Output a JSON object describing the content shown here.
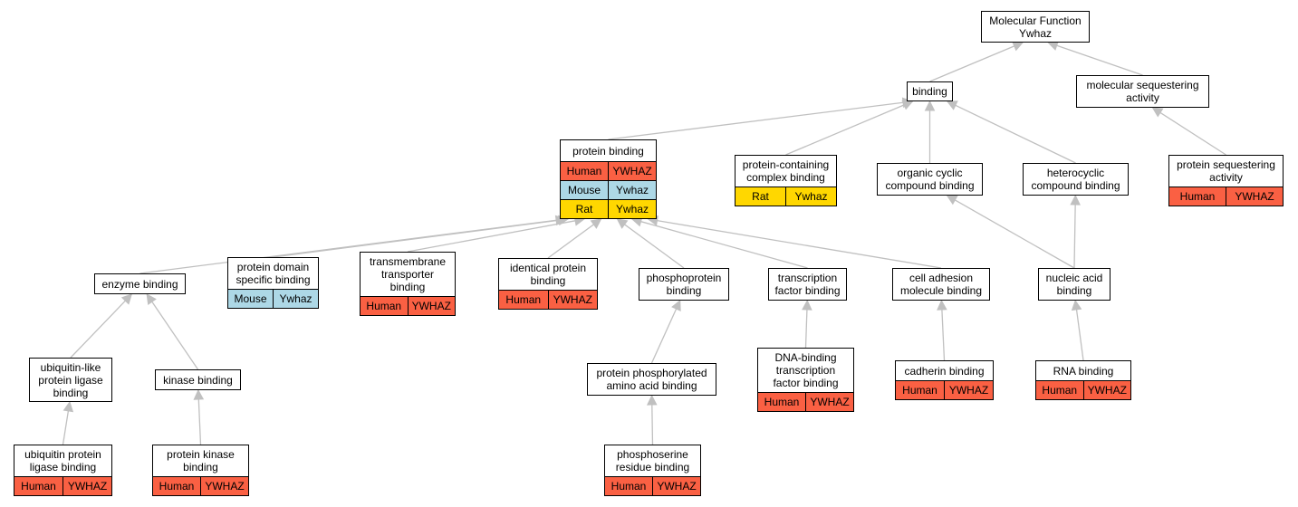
{
  "colors": {
    "human": "#fa6043",
    "mouse": "#add8e6",
    "rat": "#ffd700",
    "edge": "#c0c0c0"
  },
  "nodes": {
    "mf": {
      "title": "Molecular Function\nYwhaz",
      "rows": []
    },
    "binding": {
      "title": "binding",
      "rows": []
    },
    "msa": {
      "title": "molecular sequestering\nactivity",
      "rows": []
    },
    "pb": {
      "title": "protein binding",
      "rows": [
        {
          "species": "Human",
          "gene": "YWHAZ",
          "kind": "human"
        },
        {
          "species": "Mouse",
          "gene": "Ywhaz",
          "kind": "mouse"
        },
        {
          "species": "Rat",
          "gene": "Ywhaz",
          "kind": "rat"
        }
      ]
    },
    "pccb": {
      "title": "protein-containing\ncomplex binding",
      "rows": [
        {
          "species": "Rat",
          "gene": "Ywhaz",
          "kind": "rat"
        }
      ]
    },
    "occb": {
      "title": "organic cyclic\ncompound binding",
      "rows": []
    },
    "hcb": {
      "title": "heterocyclic\ncompound binding",
      "rows": []
    },
    "psa": {
      "title": "protein sequestering\nactivity",
      "rows": [
        {
          "species": "Human",
          "gene": "YWHAZ",
          "kind": "human"
        }
      ]
    },
    "eb": {
      "title": "enzyme binding",
      "rows": []
    },
    "pdsb": {
      "title": "protein domain\nspecific binding",
      "rows": [
        {
          "species": "Mouse",
          "gene": "Ywhaz",
          "kind": "mouse"
        }
      ]
    },
    "ttb": {
      "title": "transmembrane\ntransporter\nbinding",
      "rows": [
        {
          "species": "Human",
          "gene": "YWHAZ",
          "kind": "human"
        }
      ]
    },
    "ipb": {
      "title": "identical protein\nbinding",
      "rows": [
        {
          "species": "Human",
          "gene": "YWHAZ",
          "kind": "human"
        }
      ]
    },
    "ppb": {
      "title": "phosphoprotein\nbinding",
      "rows": []
    },
    "tfb": {
      "title": "transcription\nfactor binding",
      "rows": []
    },
    "camb": {
      "title": "cell adhesion\nmolecule binding",
      "rows": []
    },
    "nab": {
      "title": "nucleic acid\nbinding",
      "rows": []
    },
    "ulplb": {
      "title": "ubiquitin-like\nprotein ligase\nbinding",
      "rows": []
    },
    "kb": {
      "title": "kinase binding",
      "rows": []
    },
    "ppaab": {
      "title": "protein phosphorylated\namino acid binding",
      "rows": []
    },
    "dbtfb": {
      "title": "DNA-binding\ntranscription\nfactor binding",
      "rows": [
        {
          "species": "Human",
          "gene": "YWHAZ",
          "kind": "human"
        }
      ]
    },
    "cb": {
      "title": "cadherin binding",
      "rows": [
        {
          "species": "Human",
          "gene": "YWHAZ",
          "kind": "human"
        }
      ]
    },
    "rnab": {
      "title": "RNA binding",
      "rows": [
        {
          "species": "Human",
          "gene": "YWHAZ",
          "kind": "human"
        }
      ]
    },
    "uplb": {
      "title": "ubiquitin protein\nligase binding",
      "rows": [
        {
          "species": "Human",
          "gene": "YWHAZ",
          "kind": "human"
        }
      ]
    },
    "pkb": {
      "title": "protein kinase\nbinding",
      "rows": [
        {
          "species": "Human",
          "gene": "YWHAZ",
          "kind": "human"
        }
      ]
    },
    "psrb": {
      "title": "phosphoserine\nresidue binding",
      "rows": [
        {
          "species": "Human",
          "gene": "YWHAZ",
          "kind": "human"
        }
      ]
    }
  },
  "edges": [
    [
      "binding",
      "mf"
    ],
    [
      "msa",
      "mf"
    ],
    [
      "pb",
      "binding"
    ],
    [
      "pccb",
      "binding"
    ],
    [
      "occb",
      "binding"
    ],
    [
      "hcb",
      "binding"
    ],
    [
      "psa",
      "msa"
    ],
    [
      "eb",
      "pb"
    ],
    [
      "pdsb",
      "pb"
    ],
    [
      "ttb",
      "pb"
    ],
    [
      "ipb",
      "pb"
    ],
    [
      "ppb",
      "pb"
    ],
    [
      "tfb",
      "pb"
    ],
    [
      "camb",
      "pb"
    ],
    [
      "nab",
      "occb"
    ],
    [
      "nab",
      "hcb"
    ],
    [
      "ulplb",
      "eb"
    ],
    [
      "kb",
      "eb"
    ],
    [
      "ppaab",
      "ppb"
    ],
    [
      "dbtfb",
      "tfb"
    ],
    [
      "cb",
      "camb"
    ],
    [
      "rnab",
      "nab"
    ],
    [
      "uplb",
      "ulplb"
    ],
    [
      "pkb",
      "kb"
    ],
    [
      "psrb",
      "ppaab"
    ]
  ]
}
